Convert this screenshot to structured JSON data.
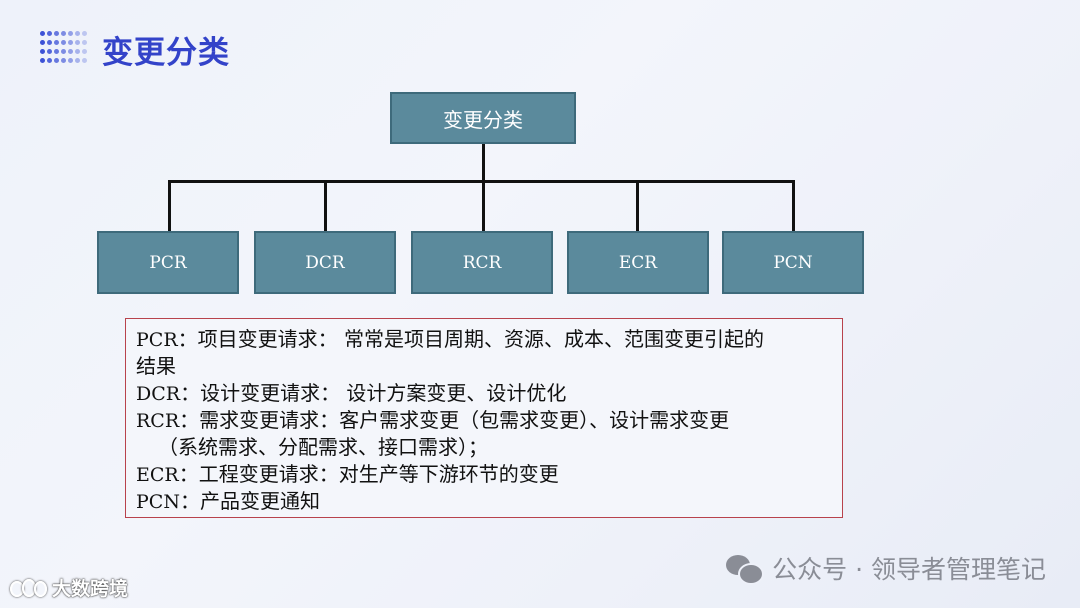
{
  "header": {
    "title": "变更分类",
    "dots_icon": "dot-grid-icon",
    "accent_color": "#3343c9"
  },
  "diagram": {
    "root": "变更分类",
    "children": [
      "PCR",
      "DCR",
      "RCR",
      "ECR",
      "PCN"
    ],
    "box_color": "#5b8a9c"
  },
  "definitions": [
    {
      "code": "PCR",
      "text": "：项目变更请求：   常常是项目周期、资源、成本、范围变更引起的"
    },
    {
      "code": "",
      "text": "结果"
    },
    {
      "code": "DCR",
      "text": "：设计变更请求：   设计方案变更、设计优化"
    },
    {
      "code": "RCR",
      "text": "：需求变更请求：客户需求变更（包需求变更）、设计需求变更"
    },
    {
      "code": "",
      "text": "（系统需求、分配需求、接口需求）；"
    },
    {
      "code": "ECR",
      "text": "：工程变更请求：对生产等下游环节的变更"
    },
    {
      "code": "PCN",
      "text": "：产品变更通知"
    }
  ],
  "watermark": {
    "text": "公众号 · 领导者管理笔记",
    "icon": "wechat-icon"
  },
  "brand": {
    "text": "大数跨境",
    "icon": "brand-logo-icon"
  }
}
